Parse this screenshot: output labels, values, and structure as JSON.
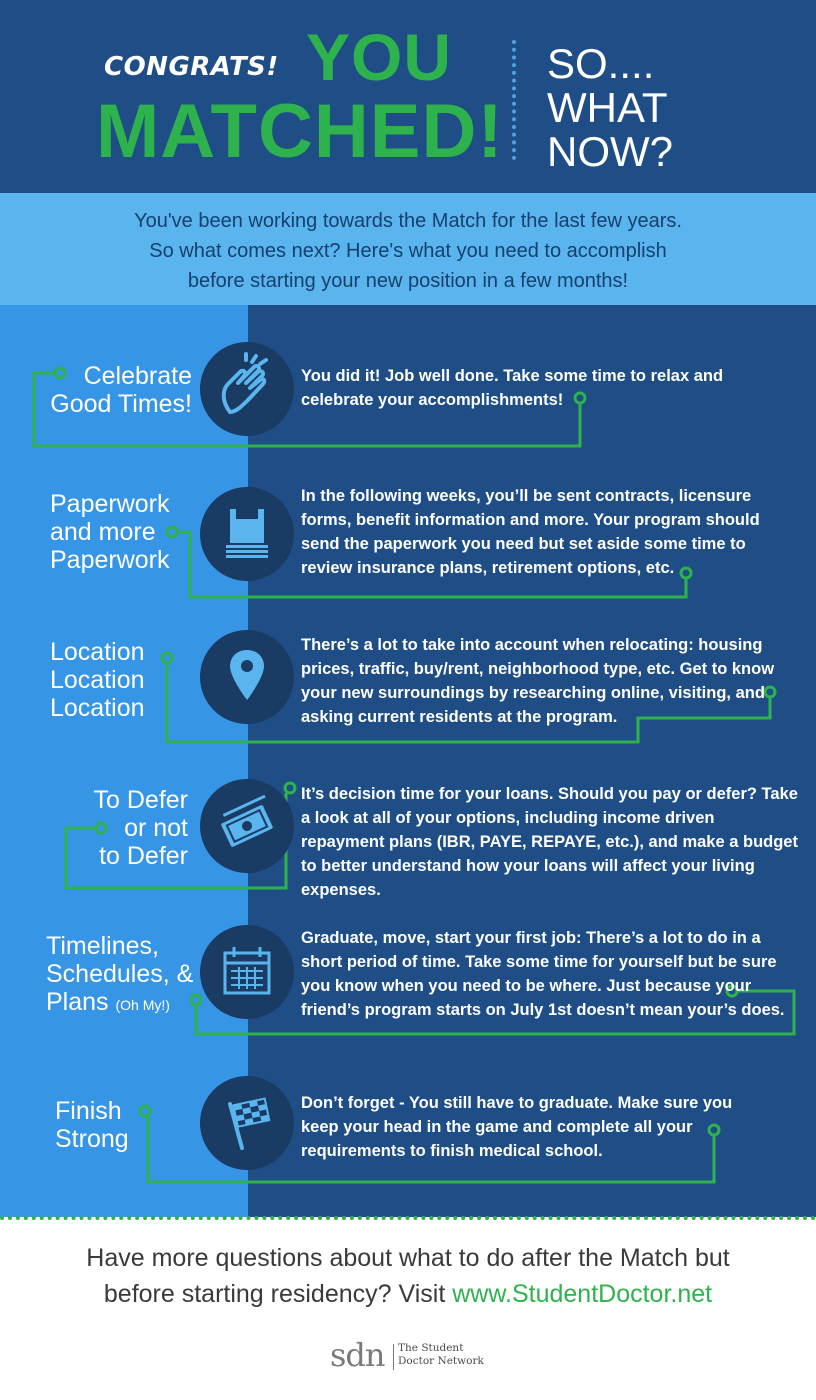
{
  "header": {
    "congrats": "CONGRATS!",
    "you": "YOU",
    "matched": "MATCHED!",
    "so_line1": "SO....",
    "so_line2": "WHAT",
    "so_line3": "NOW?"
  },
  "intro": {
    "line1": "You've been working towards the Match for the last few years.",
    "line2": "So what comes next? Here's what you need to accomplish",
    "line3": "before starting your new position in a few months!"
  },
  "steps": [
    {
      "title_lines": [
        "Celebrate",
        "Good Times!"
      ],
      "icon": "clapping-hands-icon",
      "description": "You did it! Job well done. Take some time to relax and celebrate your accomplishments!"
    },
    {
      "title_lines": [
        "Paperwork",
        "and more",
        "Paperwork"
      ],
      "icon": "paper-stack-icon",
      "description": "In the following weeks, you’ll be sent contracts, licensure forms, benefit information and more.  Your program should send the paperwork you need but set aside some time to review insurance plans, retirement options, etc."
    },
    {
      "title_lines": [
        "Location",
        "Location",
        "Location"
      ],
      "icon": "map-pin-icon",
      "description": "There’s a lot to take into account when relocating: housing prices, traffic, buy/rent, neighborhood type, etc. Get to know your new surroundings by researching online, visiting, and asking current residents at the program."
    },
    {
      "title_lines": [
        "To Defer",
        "or not",
        "to Defer"
      ],
      "icon": "money-icon",
      "description": "It’s decision time for your loans. Should you pay or defer? Take a look at all of your options, including income driven repayment plans (IBR, PAYE, REPAYE, etc.), and make a budget to better understand how your loans will affect your living expenses."
    },
    {
      "title_lines": [
        "Timelines,",
        "Schedules, &",
        "Plans"
      ],
      "title_small": "(Oh My!)",
      "icon": "calendar-icon",
      "description": "Graduate, move, start your first job: There’s a lot to do in a short period of time. Take some time for yourself but be sure you know when you need to be where. Just because your friend’s program starts on July 1st doesn’t mean your’s does."
    },
    {
      "title_lines": [
        "Finish",
        "Strong"
      ],
      "icon": "checkered-flag-icon",
      "description": "Don’t forget - You still have to graduate. Make sure you keep your head in the game and complete all your requirements to finish medical school."
    }
  ],
  "footer": {
    "text_line1": "Have more questions about what to do after the Match but",
    "text_line2": "before starting residency? Visit",
    "link": "www.StudentDoctor.net"
  },
  "logo": {
    "mark": "sdn",
    "name_line1": "The Student",
    "name_line2": "Doctor Network"
  },
  "colors": {
    "dark_blue": "#1f4e86",
    "mid_blue": "#3795e6",
    "light_blue": "#5ab4ee",
    "green": "#2eb24d",
    "icon_circle": "#1a3b63"
  }
}
